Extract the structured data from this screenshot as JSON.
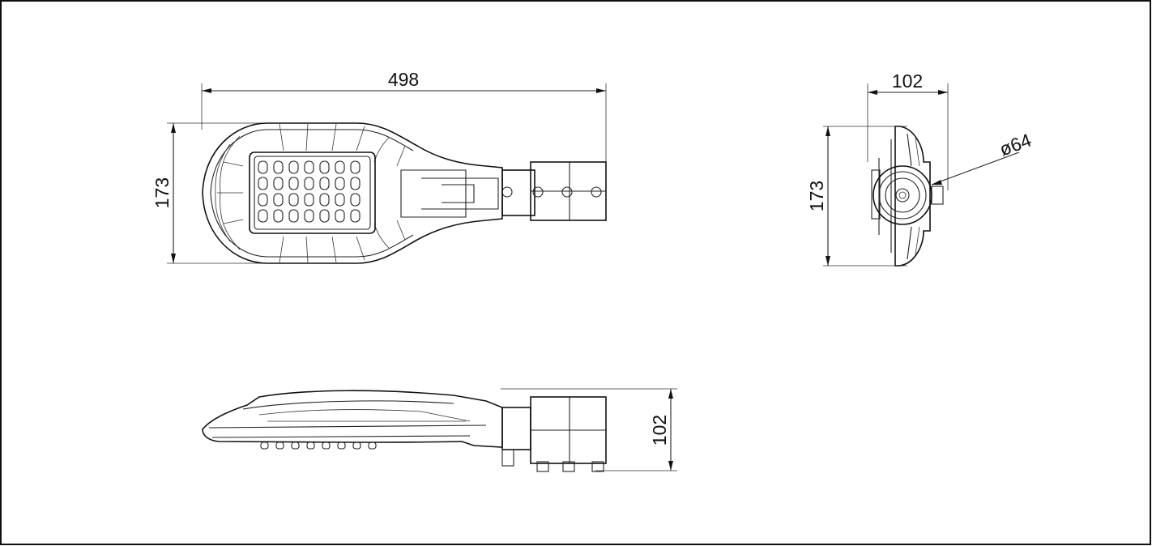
{
  "dimensions": {
    "top_width": "498",
    "top_height": "173",
    "end_width": "102",
    "end_height": "173",
    "end_diameter": "ø64",
    "side_height": "102"
  }
}
